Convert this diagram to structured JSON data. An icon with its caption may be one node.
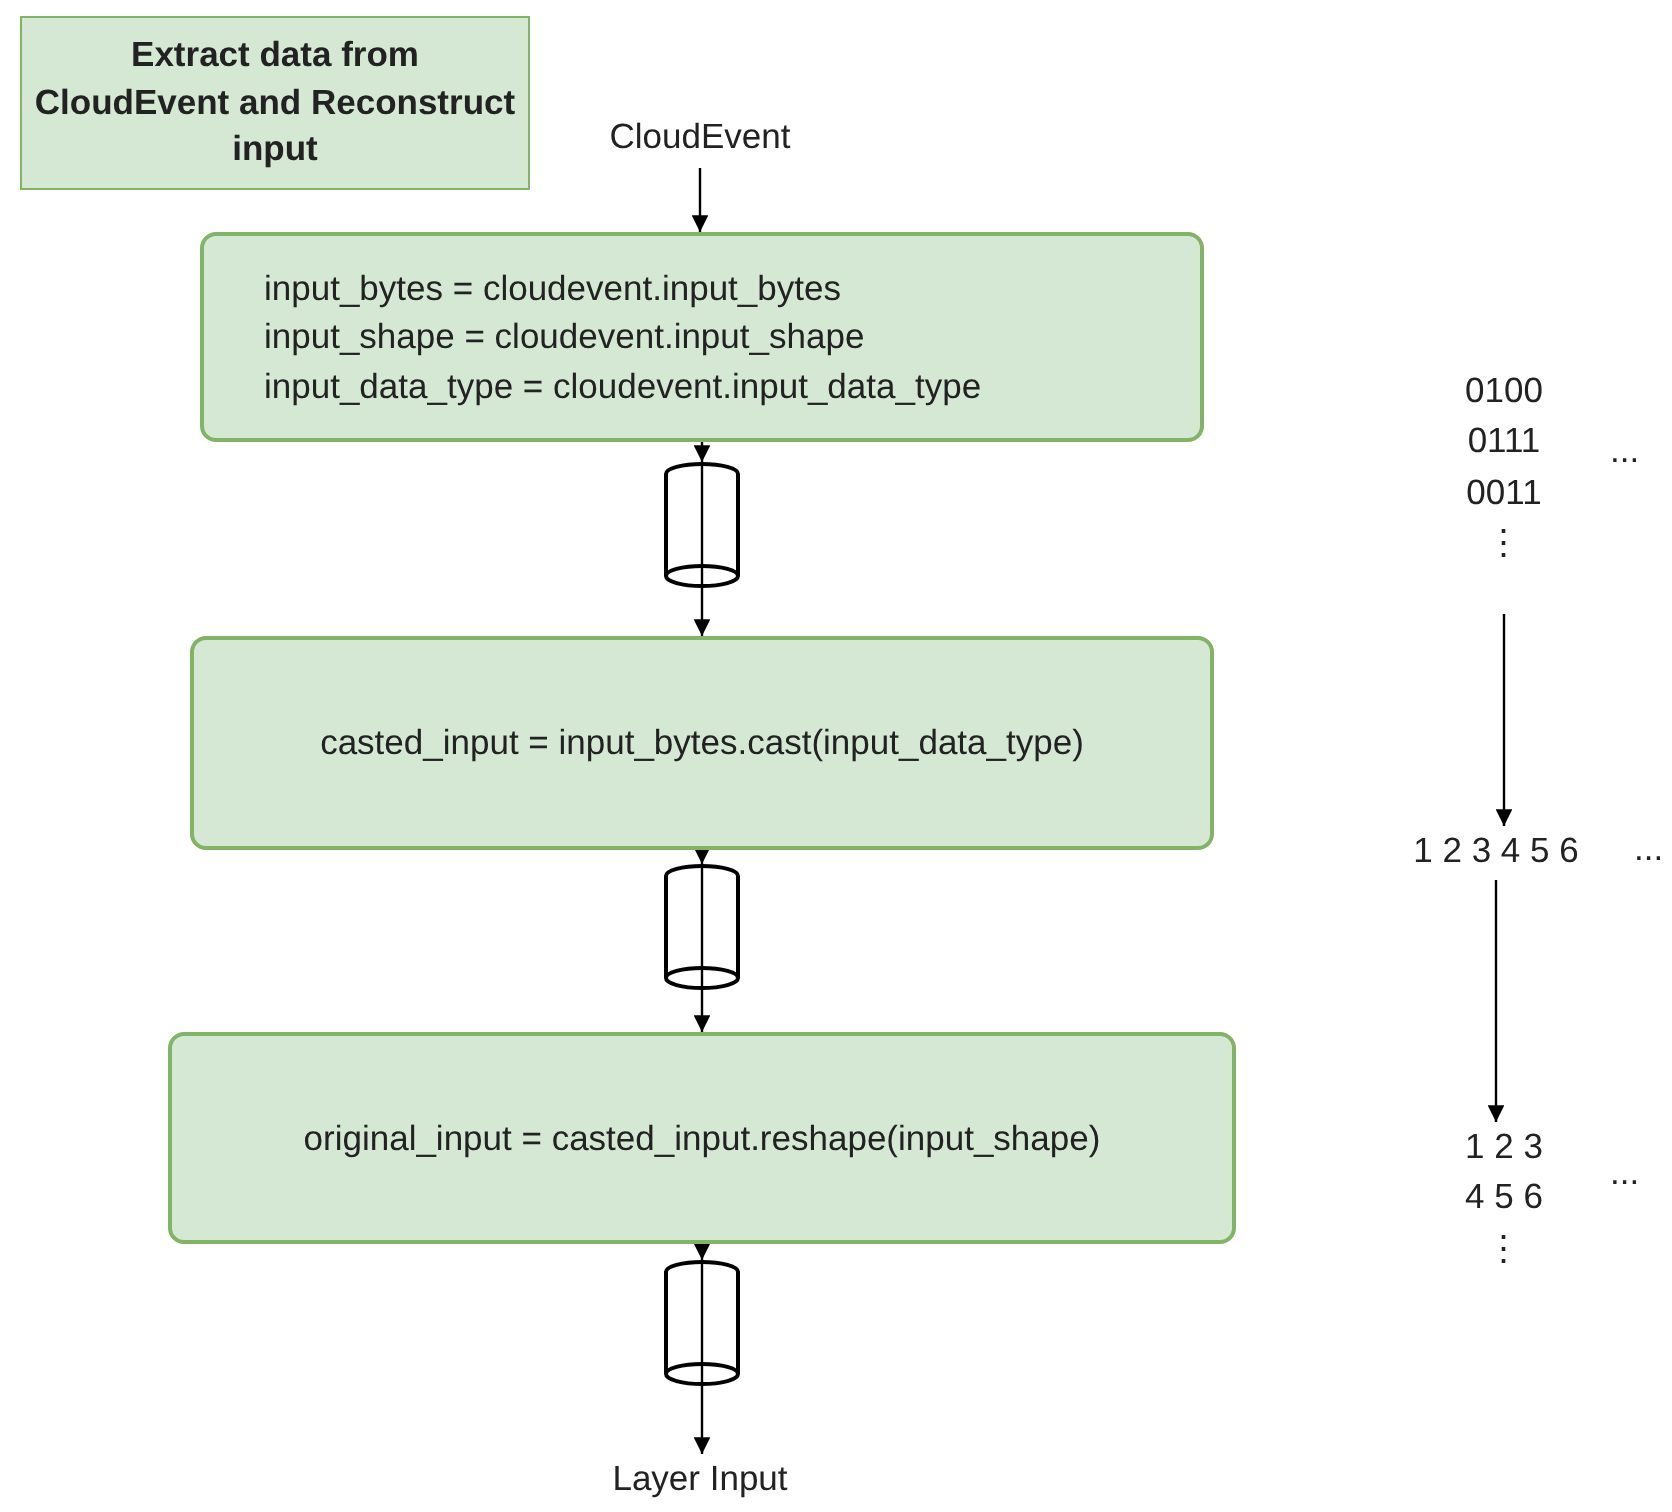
{
  "diagram": {
    "nodes": [
      {
        "text": [
          "Extract data from CloudEvent and Reconstruct input"
        ]
      },
      {
        "text": [
          "CloudEvent"
        ]
      },
      {
        "text": [
          "input_bytes = cloudevent.input_bytes",
          "input_shape = cloudevent.input_shape",
          "input_data_type = cloudevent.input_data_type"
        ]
      },
      {
        "text": [],
        "shape": "cylinder"
      },
      {
        "text": [
          "casted_input = input_bytes.cast(input_data_type)"
        ]
      },
      {
        "text": [],
        "shape": "cylinder"
      },
      {
        "text": [
          "original_input = casted_input.reshape(input_shape)"
        ]
      },
      {
        "text": [],
        "shape": "cylinder"
      },
      {
        "text": [
          "Layer Input"
        ]
      },
      {
        "text": [
          "0100",
          "0111",
          "0011",
          "⋮"
        ],
        "beside": [
          "..."
        ]
      },
      {
        "text": [
          "1 2 3 4 5 6"
        ],
        "beside": [
          "..."
        ]
      },
      {
        "text": [
          "1 2 3",
          "4 5 6",
          "⋮"
        ],
        "beside": [
          "..."
        ]
      }
    ],
    "edges": [
      {
        "from": 1,
        "to": 2,
        "arrow": "to"
      },
      {
        "from": 2,
        "to": 3,
        "arrow": "to"
      },
      {
        "from": 3,
        "to": 4,
        "arrow": "to"
      },
      {
        "from": 4,
        "to": 5,
        "arrow": "to"
      },
      {
        "from": 5,
        "to": 6,
        "arrow": "to"
      },
      {
        "from": 6,
        "to": 7,
        "arrow": "to"
      },
      {
        "from": 7,
        "to": 8,
        "arrow": "to"
      },
      {
        "from": 9,
        "to": 10,
        "arrow": "to"
      },
      {
        "from": 10,
        "to": 11,
        "arrow": "to"
      }
    ]
  }
}
